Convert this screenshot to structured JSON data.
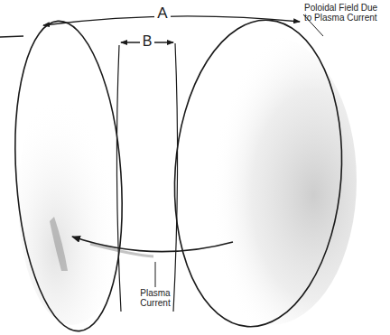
{
  "diagram": {
    "labels": [
      "A",
      "B",
      "Poloidal Field Due to Plasma Current",
      "Plasma Current"
    ]
  }
}
